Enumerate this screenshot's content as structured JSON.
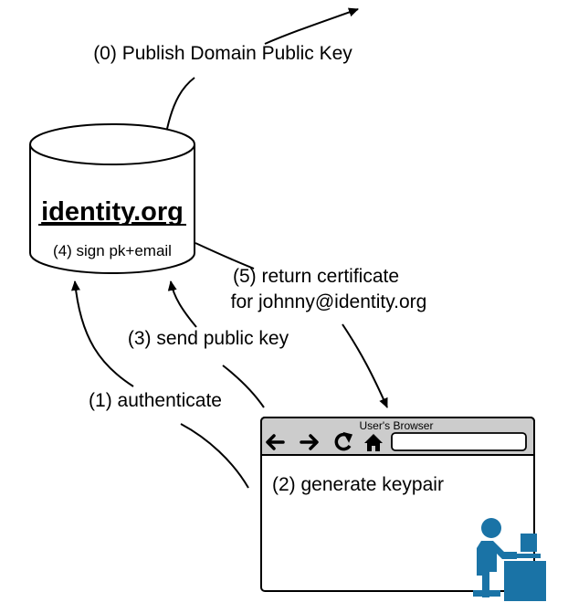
{
  "labels": {
    "publish": "(0) Publish Domain Public Key",
    "return_cert_line1": "(5) return certificate",
    "return_cert_line2": "for johnny@identity.org",
    "send_key": "(3) send public key",
    "authenticate": "(1) authenticate"
  },
  "server": {
    "title": "identity.org",
    "action": "(4) sign pk+email"
  },
  "browser": {
    "title": "User's Browser",
    "content": "(2) generate keypair",
    "address_value": ""
  },
  "colors": {
    "line": "#000000",
    "toolbar": "#cccccc",
    "user_icon": "#1a73a6"
  },
  "icons": [
    "back-arrow-icon",
    "forward-arrow-icon",
    "reload-icon",
    "home-icon",
    "user-at-computer-icon"
  ]
}
